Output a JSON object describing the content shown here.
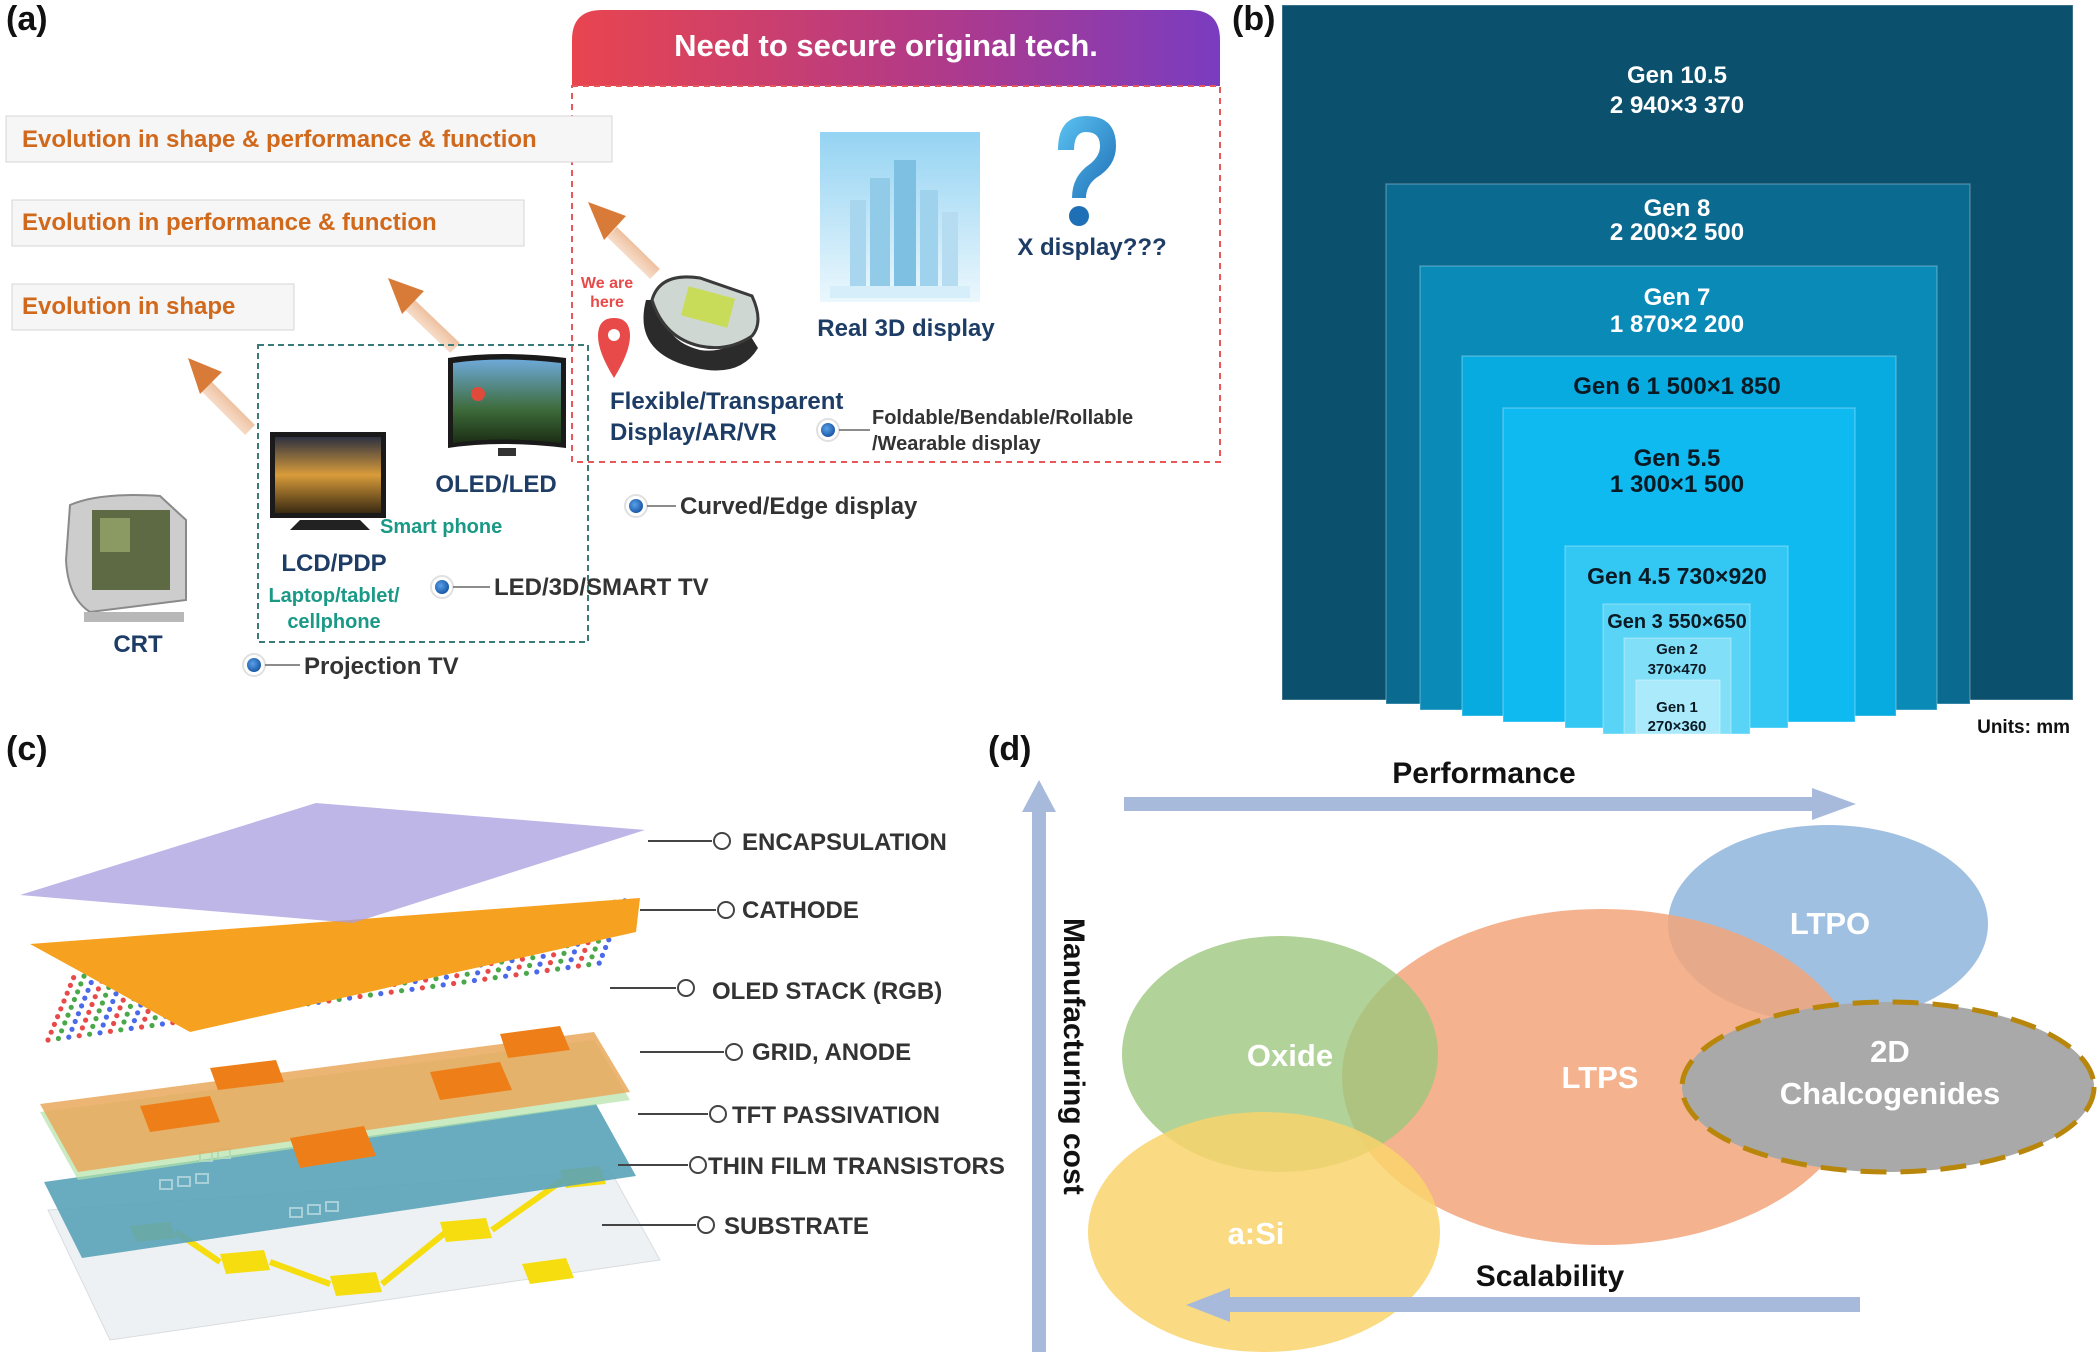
{
  "panels": {
    "a": "(a)",
    "b": "(b)",
    "c": "(c)",
    "d": "(d)"
  },
  "panel_a": {
    "banner": "Need to secure original tech.",
    "evolution": [
      "Evolution in shape & performance & function",
      "Evolution in performance & function",
      "Evolution in shape"
    ],
    "we_are_here_line1": "We are",
    "we_are_here_line2": "here",
    "real_3d": "Real 3D display",
    "x_display": "X display???",
    "flexible_line1": "Flexible/Transparent",
    "flexible_line2": "Display/AR/VR",
    "foldable_line1": "Foldable/Bendable/Rollable",
    "foldable_line2": "/Wearable display",
    "oled_led": "OLED/LED",
    "curved": "Curved/Edge display",
    "smart_phone": "Smart phone",
    "lcd_pdp": "LCD/PDP",
    "laptop_line1": "Laptop/tablet/",
    "laptop_line2": "cellphone",
    "led_3d": "LED/3D/SMART TV",
    "crt": "CRT",
    "projection": "Projection TV",
    "colors": {
      "orange_text": "#d0691c",
      "navy_text": "#1d3d66",
      "teal_text": "#1a9a86",
      "banner_left": "#e8454f",
      "banner_right": "#7a3cc0"
    }
  },
  "panel_b": {
    "generations": [
      {
        "label_line1": "Gen 10.5",
        "label_line2": "2 940×3 370",
        "color": "#0b516e"
      },
      {
        "label_line1": "Gen 8",
        "label_line2": "2 200×2 500",
        "color": "#0a6a90"
      },
      {
        "label_line1": "Gen 7",
        "label_line2": "1 870×2 200",
        "color": "#0a8ab6"
      },
      {
        "label_line1": "Gen 6 1 500×1 850",
        "label_line2": "",
        "color": "#07abe0"
      },
      {
        "label_line1": "Gen 5.5",
        "label_line2": "1 300×1 500",
        "color": "#0fbaf0"
      },
      {
        "label_line1": "Gen 4.5 730×920",
        "label_line2": "",
        "color": "#33c8f4"
      },
      {
        "label_line1": "Gen 3 550×650",
        "label_line2": "",
        "color": "#5ad4f6"
      },
      {
        "label_line1": "Gen 2",
        "label_line2": "370×470",
        "color": "#82dff8"
      },
      {
        "label_line1": "Gen 1",
        "label_line2": "270×360",
        "color": "#aaeafb"
      }
    ],
    "units": "Units: mm"
  },
  "panel_c": {
    "layers": [
      "ENCAPSULATION",
      "CATHODE",
      "OLED STACK (RGB)",
      "GRID, ANODE",
      "TFT PASSIVATION",
      "THIN FILM TRANSISTORS",
      "SUBSTRATE"
    ]
  },
  "panel_d": {
    "performance": "Performance",
    "manufacturing_cost": "Manufacturing cost",
    "scalability": "Scalability",
    "ltpo": "LTPO",
    "oxide": "Oxide",
    "ltps": "LTPS",
    "chalco_line1": "2D",
    "chalco_line2": "Chalcogenides",
    "asi": "a:Si",
    "colors": {
      "ltpo": "#8fb5dd",
      "oxide": "#9dc77e",
      "ltps": "#f2a57a",
      "asi": "#f9d46c",
      "chalco": "#a9a9a9",
      "arrow": "#a7badb"
    }
  }
}
